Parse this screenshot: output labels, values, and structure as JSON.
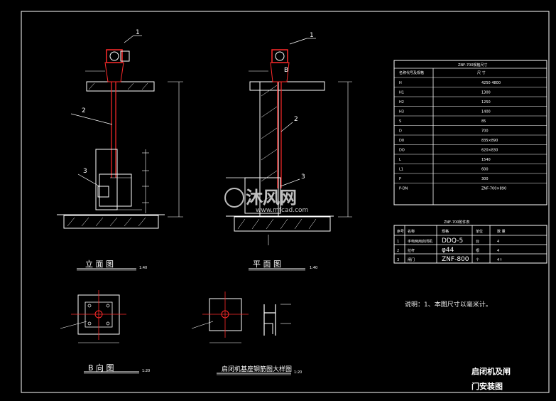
{
  "views": {
    "front_label": "立 面 图",
    "front_scale": "1:40",
    "plan_label": "平 面 图",
    "plan_scale": "1:40",
    "b_label": "B  向   图",
    "b_scale": "1:20",
    "base_label": "启闭机基座钢筋图大样图",
    "base_scale": "1:20",
    "callouts": [
      "1",
      "2",
      "3"
    ],
    "section_mark": "B"
  },
  "spec_table": {
    "title": "ZNF-700规格尺寸",
    "headers": [
      "名称代号及规格",
      "尺    寸"
    ],
    "rows": [
      [
        "H",
        "4250  4800"
      ],
      [
        "H1",
        "1300"
      ],
      [
        "H2",
        "1250"
      ],
      [
        "H3",
        "1400"
      ],
      [
        "S",
        "85"
      ],
      [
        "D",
        "700"
      ],
      [
        "D0",
        "835×890"
      ],
      [
        "DO",
        "620×830"
      ],
      [
        "L",
        "1540"
      ],
      [
        "L1",
        "600"
      ],
      [
        "P",
        "300"
      ],
      [
        "P-DN",
        "ZNF-700×890"
      ]
    ]
  },
  "parts_table": {
    "title": "ZNF-700附件表",
    "headers": [
      "序号",
      "名称",
      "规格",
      "单位",
      "数  量"
    ],
    "rows": [
      [
        "1",
        "手电两用启闭机",
        "DDQ-5",
        "台",
        "4"
      ],
      [
        "2",
        "拉杆",
        "φ44",
        "根",
        "4"
      ],
      [
        "3",
        "闸门",
        "ZNF-800",
        "个",
        "4↑"
      ]
    ]
  },
  "note": "说明：1、本图尺寸以毫米计。",
  "title_block": {
    "line1": "启闭机及闸",
    "line2": "门安装图"
  },
  "watermark": {
    "brand": "沐风网",
    "url": "www.mfcad.com"
  },
  "colors": {
    "background": "#000000",
    "lines": "#ffffff",
    "accent_red": "#ff2a2a",
    "dimension": "#ffffff"
  }
}
